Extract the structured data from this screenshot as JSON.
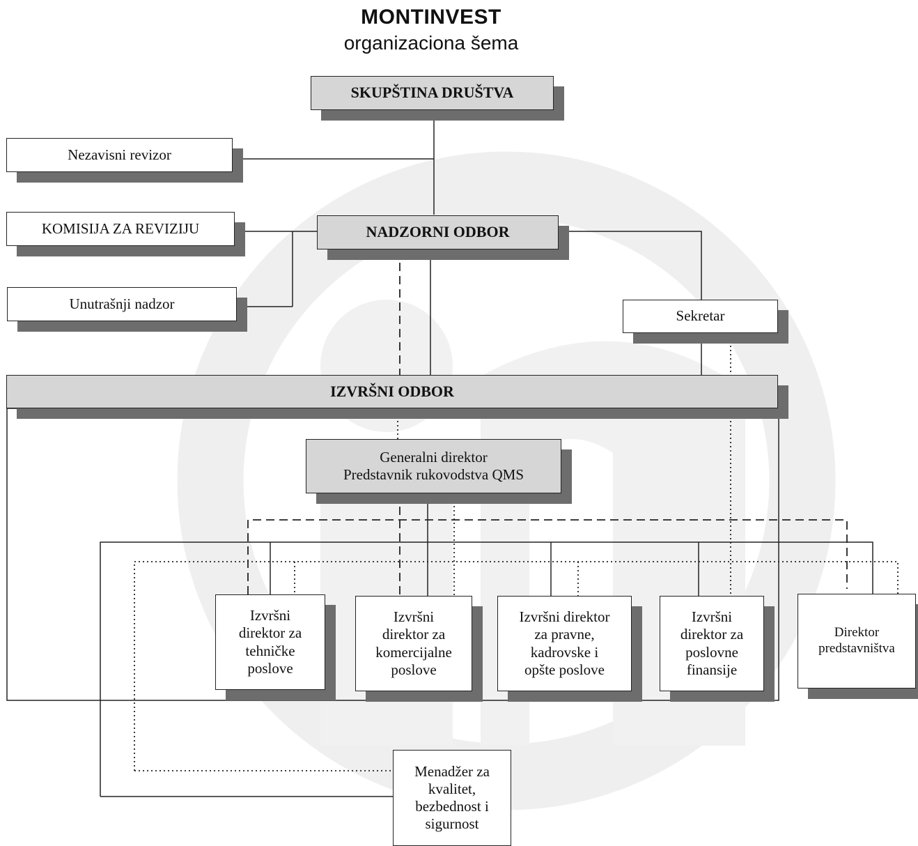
{
  "title": "MONTINVEST",
  "subtitle": "organizaciona šema",
  "nodes": {
    "skupstina": "SKUPŠTINA DRUŠTVA",
    "nezavisni_revizor": "Nezavisni revizor",
    "komisija": "KOMISIJA ZA REVIZIJU",
    "unutrasnji": "Unutrašnji  nadzor",
    "nadzorni": "NADZORNI ODBOR",
    "sekretar": "Sekretar",
    "izvrsni_odbor": "IZVRŠNI ODBOR",
    "generalni": "Generalni direktor\nPredstavnik rukovodstva QMS",
    "dir_tehnicki": "Izvršni\ndirektor za\ntehničke\nposlove",
    "dir_komercijalni": "Izvršni\ndirektor za\nkomercijalne\nposlove",
    "dir_pravni": "Izvršni direktor\nza pravne,\nkadrovske i\nopšte poslove",
    "dir_finansije": "Izvršni\ndirektor za\nposlovne\nfinansije",
    "dir_predstavnistvo": "Direktor\npredstavništva",
    "menadzer": "Menadžer za\nkvalitet,\nbezbednost i\nsigurnost"
  }
}
